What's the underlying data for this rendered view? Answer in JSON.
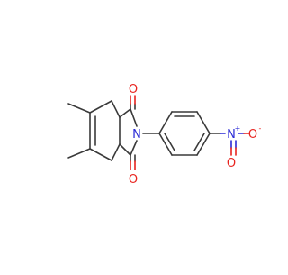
{
  "molecule": {
    "atom_labels": {
      "imide_n": "N",
      "carbonyl_o_top": "O",
      "carbonyl_o_bottom": "O",
      "nitro_n": "N",
      "nitro_n_charge": "+",
      "nitro_o_right": "O",
      "nitro_o_right_charge": "-",
      "nitro_o_bottom": "O"
    }
  },
  "colors": {
    "carbon_bond": "#3a3a3a",
    "oxygen": "#e8231e",
    "nitrogen": "#2b2bd6",
    "background": "#ffffff"
  }
}
